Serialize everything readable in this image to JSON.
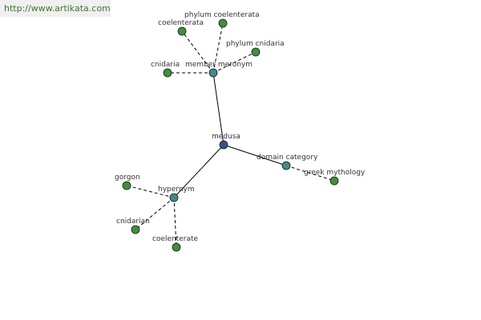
{
  "banner": {
    "url_text": "http://www.artikata.com"
  },
  "colors": {
    "center_node": "#3b4f8f",
    "relation_node": "#3f8a8c",
    "leaf_node": "#3f8f3f",
    "edge": "#000000",
    "banner_text": "#3c7a2a"
  },
  "graph": {
    "center": {
      "id": "medusa",
      "label": "medusa"
    },
    "relations": [
      {
        "id": "member-meronym",
        "label": "member meronym"
      },
      {
        "id": "domain-category",
        "label": "domain category"
      },
      {
        "id": "hypernym",
        "label": "hypernym"
      }
    ],
    "leaves": [
      {
        "id": "coelenterata",
        "label": "coelenterata",
        "parent": "member-meronym"
      },
      {
        "id": "phylum-coelenterata",
        "label": "phylum coelenterata",
        "parent": "member-meronym"
      },
      {
        "id": "phylum-cnidaria",
        "label": "phylum cnidaria",
        "parent": "member-meronym"
      },
      {
        "id": "cnidaria",
        "label": "cnidaria",
        "parent": "member-meronym"
      },
      {
        "id": "greek-mythology",
        "label": "greek mythology",
        "parent": "domain-category"
      },
      {
        "id": "gorgon",
        "label": "gorgon",
        "parent": "hypernym"
      },
      {
        "id": "cnidarian",
        "label": "cnidarian",
        "parent": "hypernym"
      },
      {
        "id": "coelenterate",
        "label": "coelenterate",
        "parent": "hypernym"
      }
    ]
  }
}
